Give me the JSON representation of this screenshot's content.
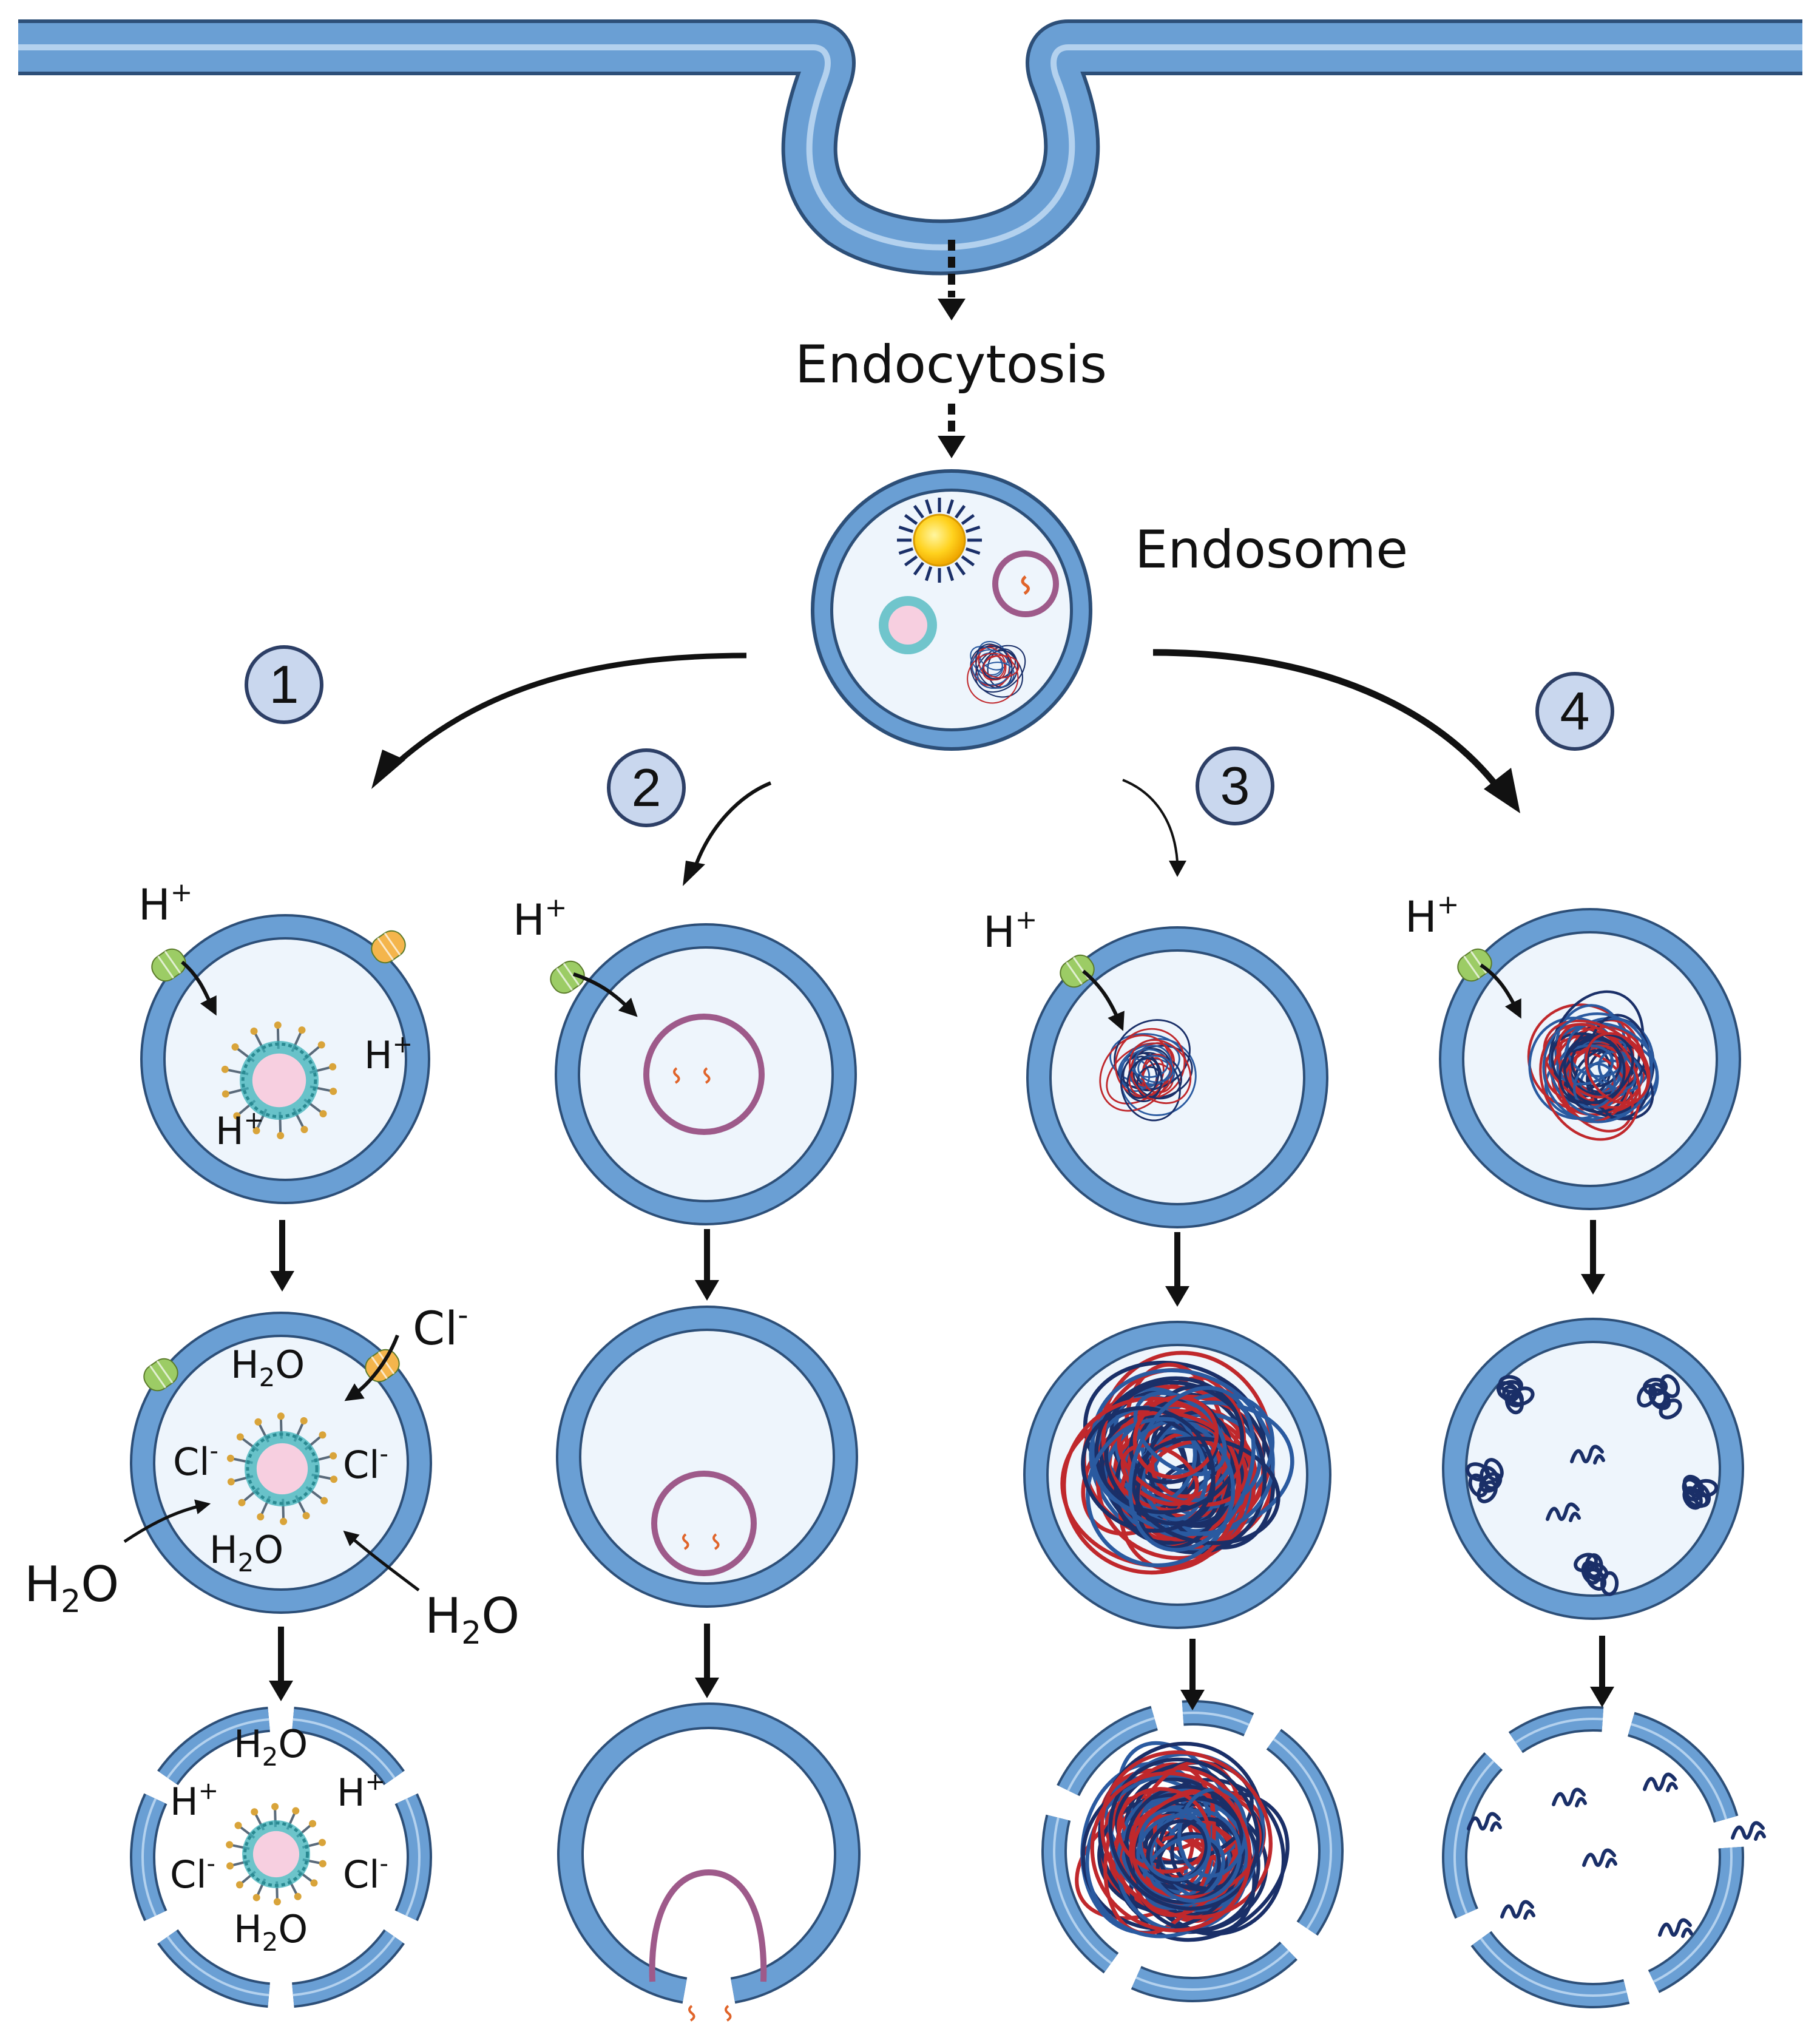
{
  "labels": {
    "endocytosis": "Endocytosis",
    "endosome": "Endosome",
    "h_plus": "H",
    "plus": "+",
    "h2o_h": "H",
    "h2o_2": "2",
    "h2o_o": "O",
    "cl": "Cl",
    "minus": "-"
  },
  "pathways": [
    {
      "number": "1"
    },
    {
      "number": "2"
    },
    {
      "number": "3"
    },
    {
      "number": "4"
    }
  ],
  "colors": {
    "membrane": "#6a9fd4",
    "membrane_outline": "#2d4f78",
    "lumen": "#eef5fc",
    "number_badge": "#c9d7ee",
    "proton_pump": "#9ccc65",
    "chloride_channel": "#f4b54c",
    "liposome": "#9e5a8a",
    "payload": "#e0642a",
    "polymer_red": "#c0282c",
    "polymer_navy": "#1a2f68",
    "nanoparticle_core": "#f7cfe0",
    "nanoparticle_shell": "#3bb0b8"
  }
}
